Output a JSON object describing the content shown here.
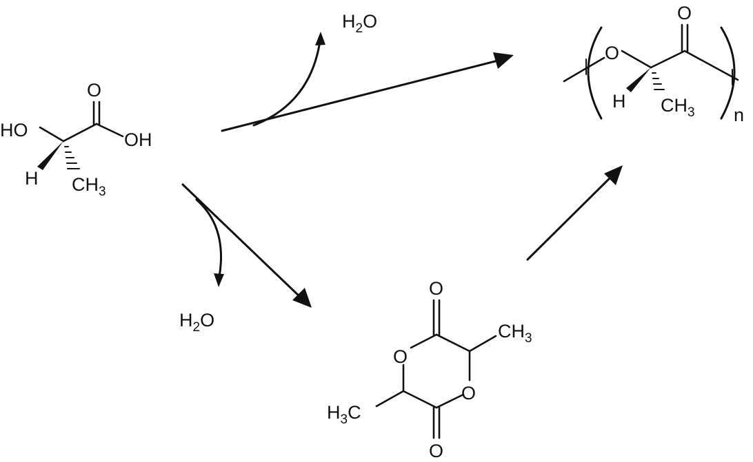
{
  "labels": {
    "water": "H",
    "water_sub": "2",
    "water_tail": "O",
    "oxygen": "O",
    "hydroxyl": "HO",
    "acid_oh": "OH",
    "hydrogen": "H",
    "methyl": "CH",
    "methyl_sub": "3",
    "methyl_left_h": "H",
    "methyl_left_sub": "3",
    "methyl_left_c": "C",
    "repeat": "n"
  },
  "colors": {
    "ink": "#111111",
    "background": "#ffffff"
  }
}
